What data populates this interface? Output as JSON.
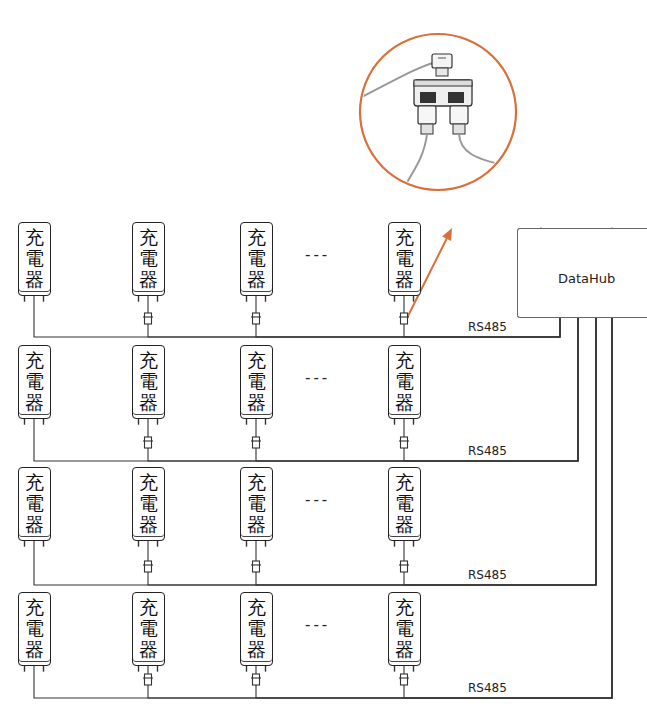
{
  "diagram": {
    "nodes": [
      {
        "text": [
          "充電器"
        ]
      },
      {
        "text": [
          "充電器"
        ]
      },
      {
        "text": [
          "充電器"
        ]
      },
      {
        "text": [
          "充電器"
        ]
      },
      {
        "text": [
          "DataHub"
        ]
      },
      {
        "text": [
          "充電器"
        ]
      },
      {
        "text": [
          "充電器"
        ]
      },
      {
        "text": [
          "充電器"
        ]
      },
      {
        "text": [
          "充電器"
        ]
      },
      {
        "text": [
          "充電器"
        ]
      },
      {
        "text": [
          "充電器"
        ]
      },
      {
        "text": [
          "充電器"
        ]
      },
      {
        "text": [
          "充電器"
        ]
      },
      {
        "text": [
          "充電器"
        ]
      },
      {
        "text": [
          "充電器"
        ]
      },
      {
        "text": [
          "充電器"
        ]
      },
      {
        "text": [
          "充電器"
        ]
      }
    ],
    "edges": [
      {
        "from": 0,
        "to": 4,
        "arrow": "none"
      },
      {
        "from": 1,
        "to": 4,
        "arrow": "none"
      },
      {
        "from": 2,
        "to": 4,
        "arrow": "none"
      },
      {
        "from": 3,
        "to": 4,
        "arrow": "none"
      },
      {
        "from": 5,
        "to": 4,
        "arrow": "none"
      },
      {
        "from": 6,
        "to": 4,
        "arrow": "none"
      },
      {
        "from": 7,
        "to": 4,
        "arrow": "none"
      },
      {
        "from": 8,
        "to": 4,
        "arrow": "none"
      },
      {
        "from": 9,
        "to": 4,
        "arrow": "none"
      },
      {
        "from": 10,
        "to": 4,
        "arrow": "none"
      },
      {
        "from": 11,
        "to": 4,
        "arrow": "none"
      },
      {
        "from": 12,
        "to": 4,
        "arrow": "none"
      },
      {
        "from": 13,
        "to": 4,
        "arrow": "none"
      },
      {
        "from": 14,
        "to": 4,
        "arrow": "none"
      },
      {
        "from": 15,
        "to": 4,
        "arrow": "none"
      },
      {
        "from": 16,
        "to": 4,
        "arrow": "none"
      }
    ],
    "labels": [
      "---",
      "RS485",
      "---",
      "RS485",
      "---",
      "RS485",
      "---",
      "RS485"
    ]
  }
}
